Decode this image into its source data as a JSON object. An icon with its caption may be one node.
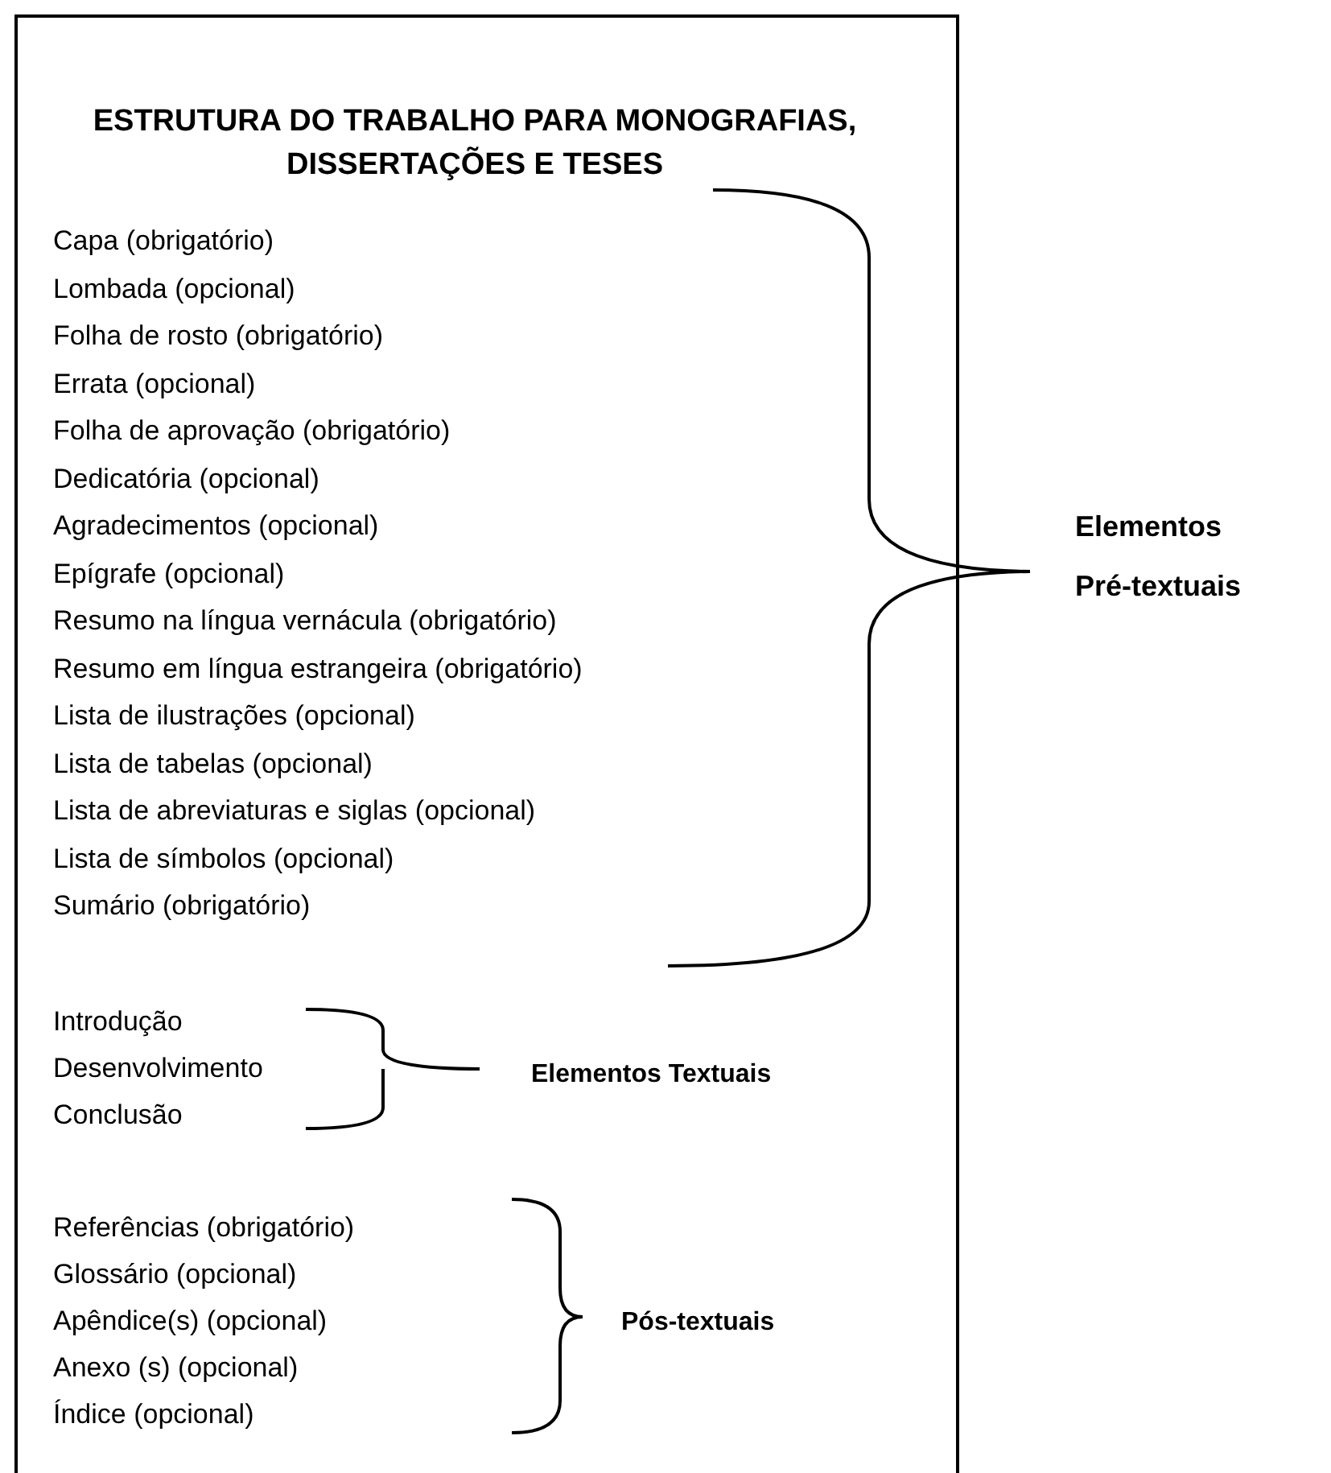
{
  "diagram": {
    "title": "ESTRUTURA DO TRABALHO PARA MONOGRAFIAS, DISSERTAÇÕES E TESES",
    "labels": [
      "Capa (obrigatório)",
      "Lombada (opcional)",
      "Folha de rosto (obrigatório)",
      "Errata (opcional)",
      "Folha de aprovação (obrigatório)",
      "Dedicatória (opcional)",
      "Agradecimentos (opcional)",
      "Epígrafe (opcional)",
      "Resumo na língua vernácula (obrigatório)",
      "Resumo em língua estrangeira (obrigatório)",
      "Lista de ilustrações (opcional)",
      "Lista de tabelas (opcional)",
      "Lista de abreviaturas e siglas (opcional)",
      "Lista de símbolos (opcional)",
      "Sumário (obrigatório)",
      "Elementos Pré-textuais",
      "Introdução",
      "Desenvolvimento",
      "Conclusão",
      "Elementos Textuais",
      "Referências (obrigatório)",
      "Glossário (opcional)",
      "Apêndice(s) (opcional)",
      "Anexo (s) (opcional)",
      "Índice (opcional)",
      "Pós-textuais"
    ]
  }
}
